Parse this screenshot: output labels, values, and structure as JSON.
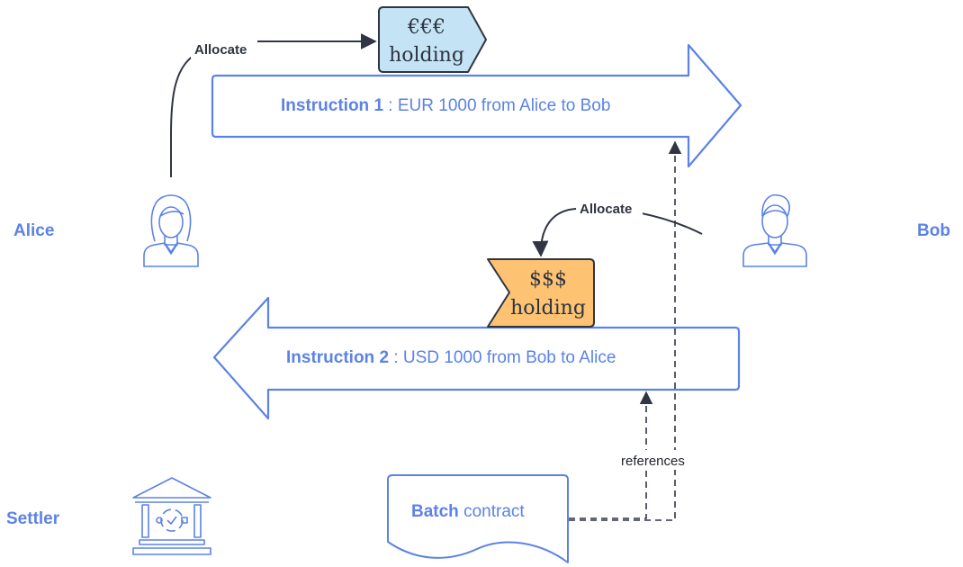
{
  "colors": {
    "accent": "#5b82e6",
    "euro_holding_fill": "#c4e4f6",
    "usd_holding_fill": "#fdc272",
    "dark_line": "#2f3542"
  },
  "parties": {
    "alice": "Alice",
    "bob": "Bob",
    "settler": "Settler"
  },
  "icons": {
    "alice": "female-user-icon",
    "bob": "male-user-icon",
    "settler": "bank-building-icon"
  },
  "instruction1": {
    "label_bold": "Instruction 1",
    "label_rest": " : EUR 1000 from Alice to Bob"
  },
  "instruction2": {
    "label_bold": "Instruction 2",
    "label_rest": " : USD 1000 from Bob to Alice"
  },
  "euro_holding": {
    "line1": "€€€",
    "line2": "holding"
  },
  "usd_holding": {
    "line1": "$$$",
    "line2": "holding"
  },
  "allocate_alice": "Allocate",
  "allocate_bob": "Allocate",
  "batch": {
    "bold": "Batch",
    "rest": " contract"
  },
  "references_label": "references"
}
